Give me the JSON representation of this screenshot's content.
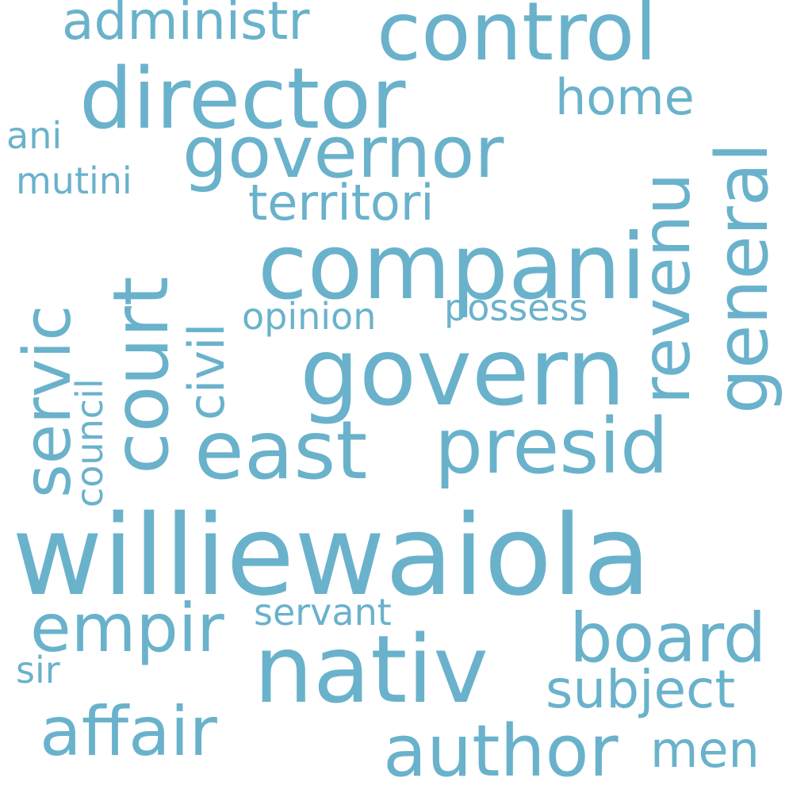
{
  "word_cloud": {
    "color": "#6ab2cb",
    "words": [
      {
        "id": "williewaiola",
        "text": "williewaiola"
      },
      {
        "id": "nativ",
        "text": "nativ"
      },
      {
        "id": "govern",
        "text": "govern"
      },
      {
        "id": "compani",
        "text": "compani"
      },
      {
        "id": "director",
        "text": "director"
      },
      {
        "id": "control",
        "text": "control"
      },
      {
        "id": "governor",
        "text": "governor"
      },
      {
        "id": "presid",
        "text": "presid"
      },
      {
        "id": "east",
        "text": "east"
      },
      {
        "id": "court",
        "text": "court"
      },
      {
        "id": "author",
        "text": "author"
      },
      {
        "id": "affair",
        "text": "affair"
      },
      {
        "id": "board",
        "text": "board"
      },
      {
        "id": "empir",
        "text": "empir"
      },
      {
        "id": "general",
        "text": "general"
      },
      {
        "id": "revenu",
        "text": "revenu"
      },
      {
        "id": "servic",
        "text": "servic"
      },
      {
        "id": "subject",
        "text": "subject"
      },
      {
        "id": "administr",
        "text": "administr"
      },
      {
        "id": "territori",
        "text": "territori"
      },
      {
        "id": "home",
        "text": "home"
      },
      {
        "id": "men",
        "text": "men"
      },
      {
        "id": "civil",
        "text": "civil"
      },
      {
        "id": "possess",
        "text": "possess"
      },
      {
        "id": "opinion",
        "text": "opinion"
      },
      {
        "id": "servant",
        "text": "servant"
      },
      {
        "id": "council",
        "text": "council"
      },
      {
        "id": "mutini",
        "text": "mutini"
      },
      {
        "id": "ani",
        "text": "ani"
      },
      {
        "id": "sir",
        "text": "sir"
      }
    ]
  }
}
